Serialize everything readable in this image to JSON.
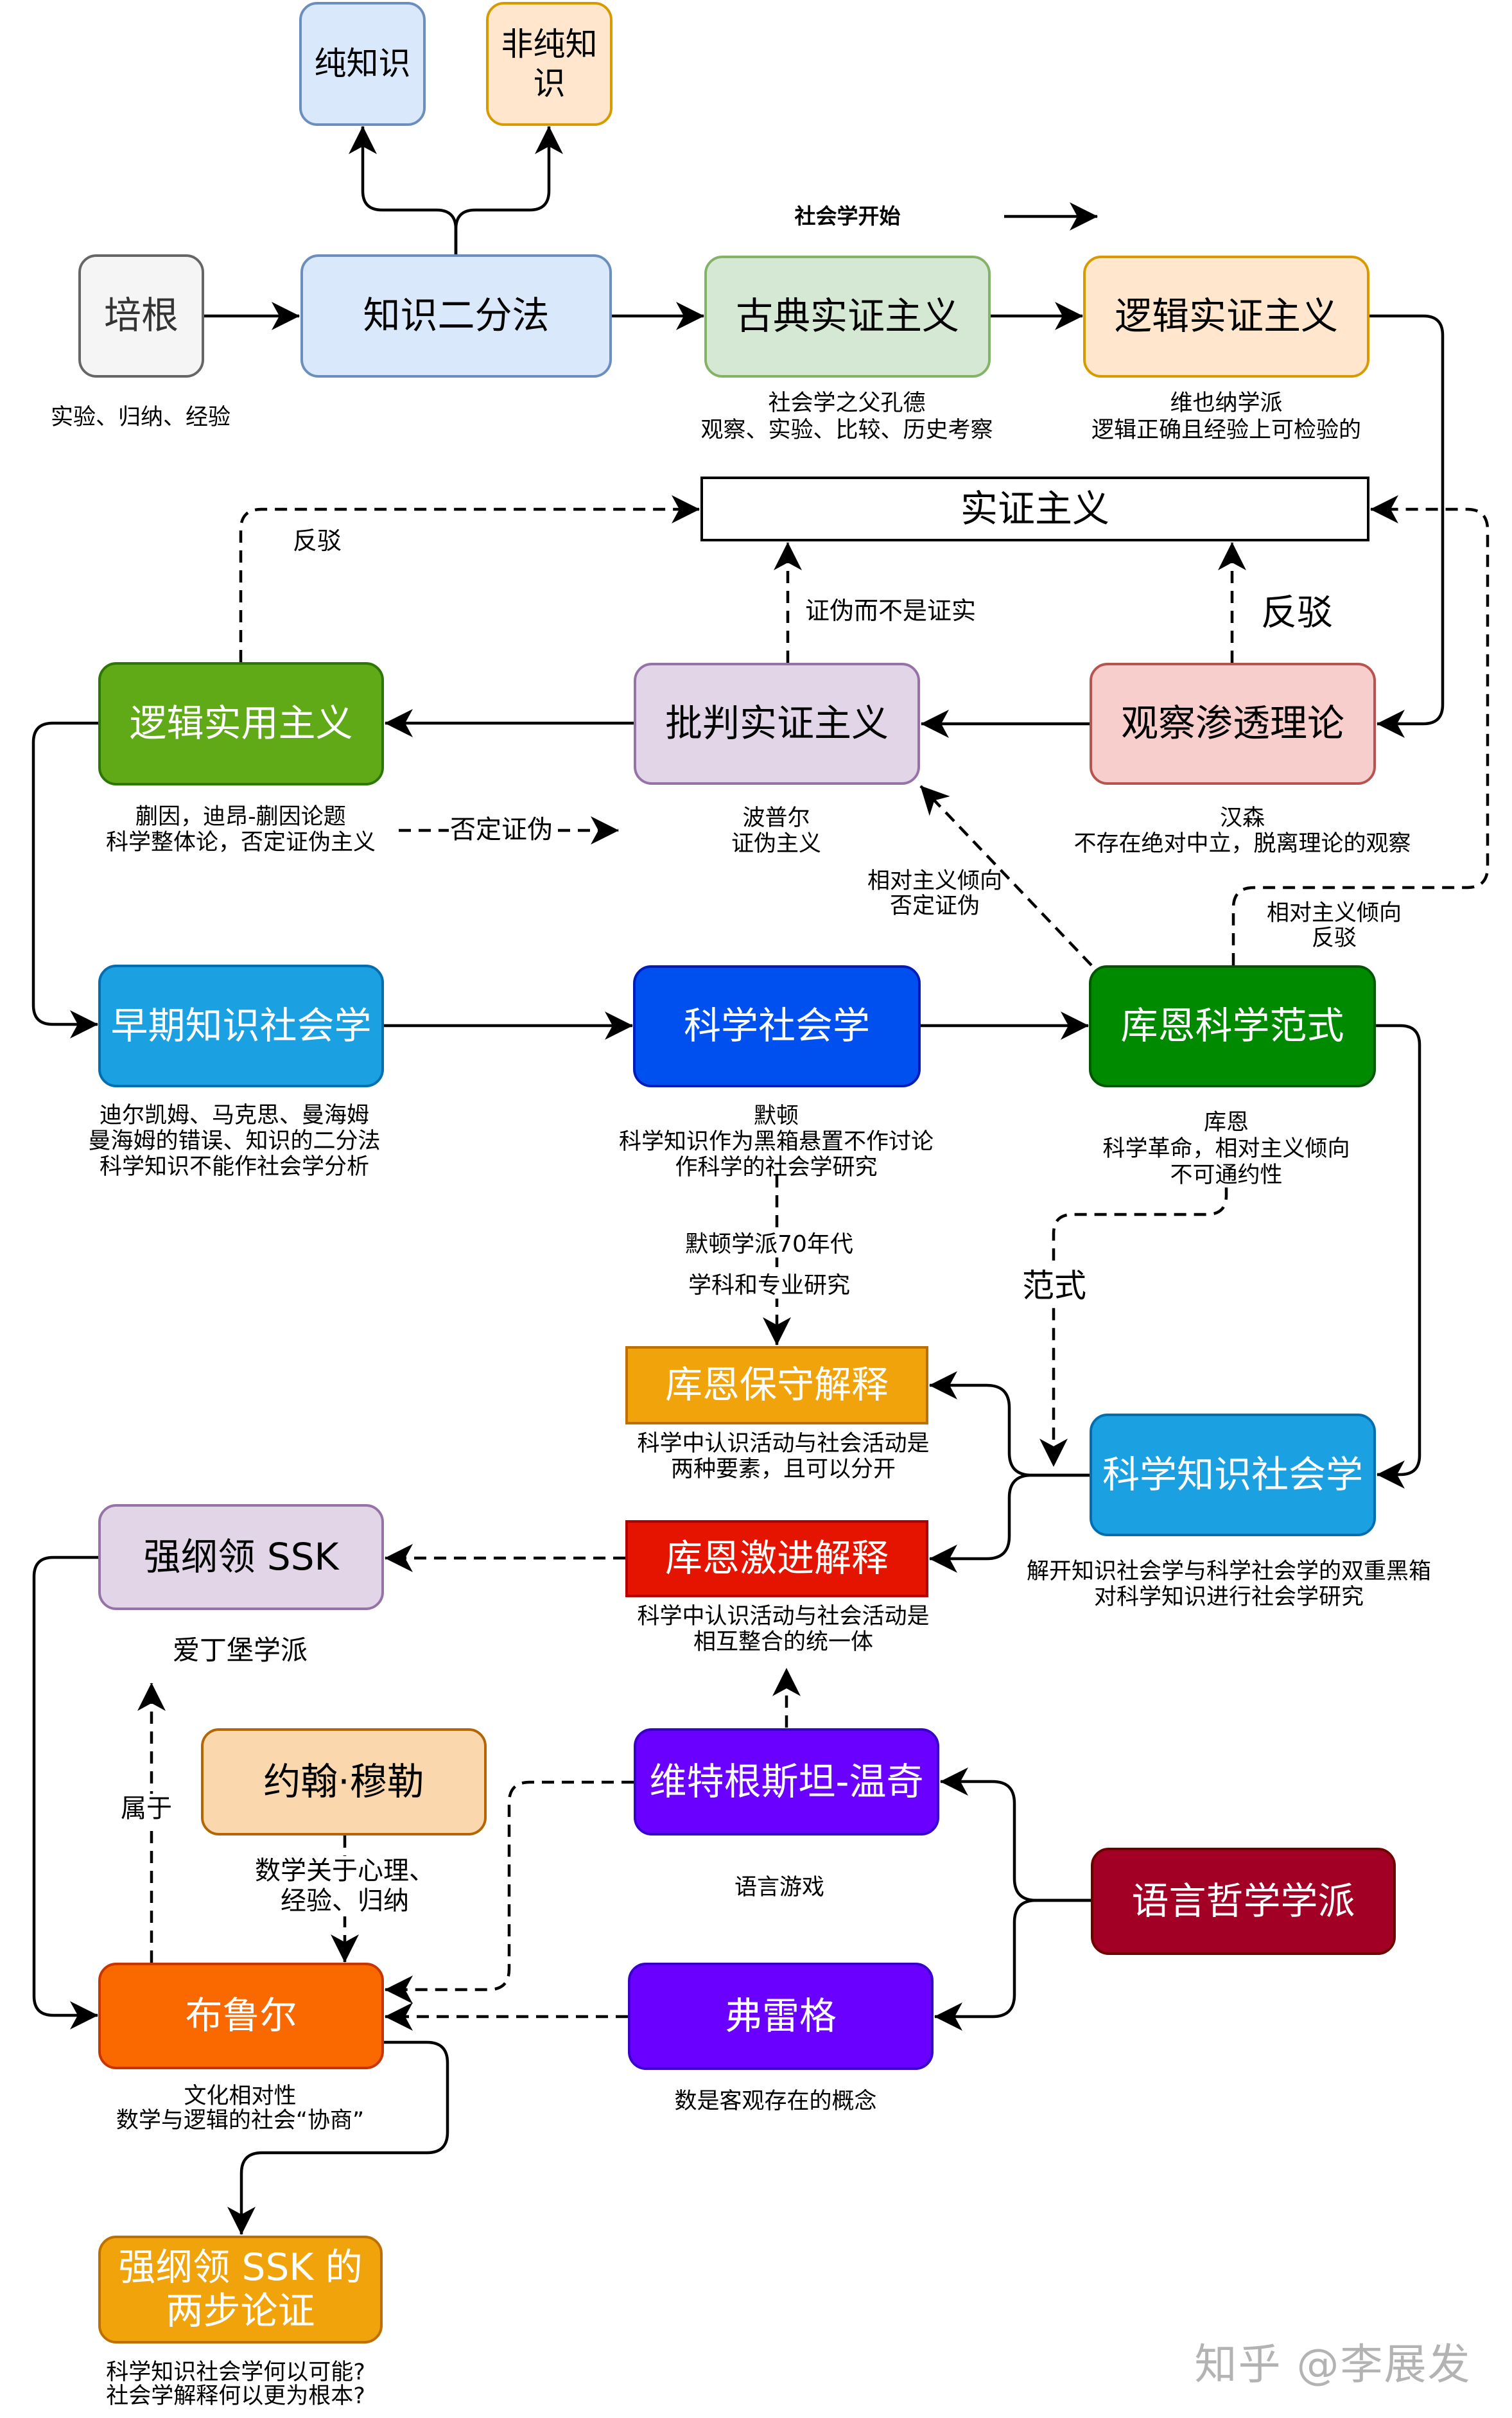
{
  "nodes": {
    "pure_knowledge": {
      "label": "纯知识"
    },
    "impure_knowledge": {
      "label": "非纯知识"
    },
    "bacon": {
      "label": "培根",
      "notes": [
        "实验、归纳、经验"
      ]
    },
    "knowledge_dichotomy": {
      "label": "知识二分法"
    },
    "classical_positivism": {
      "label": "古典实证主义",
      "notes": [
        "社会学之父孔德",
        "观察、实验、比较、历史考察"
      ]
    },
    "logical_positivism": {
      "label": "逻辑实证主义",
      "notes": [
        "维也纳学派",
        "逻辑正确且经验上可检验的"
      ]
    },
    "positivism": {
      "label": "实证主义"
    },
    "logical_pragmatism": {
      "label": "逻辑实用主义",
      "notes": [
        "蒯因，迪昂-蒯因论题",
        "科学整体论，否定证伪主义"
      ]
    },
    "critical_positivism": {
      "label": "批判实证主义",
      "notes": [
        "波普尔",
        "证伪主义"
      ]
    },
    "theory_ladenness": {
      "label": "观察渗透理论",
      "notes": [
        "汉森",
        "不存在绝对中立，脱离理论的观察"
      ]
    },
    "early_sociology_of_knowledge": {
      "label": "早期知识社会学",
      "notes": [
        "迪尔凯姆、马克思、曼海姆",
        "曼海姆的错误、知识的二分法",
        "科学知识不能作社会学分析"
      ]
    },
    "sociology_of_science": {
      "label": "科学社会学",
      "notes": [
        "默顿",
        "科学知识作为黑箱悬置不作讨论",
        "作科学的社会学研究"
      ]
    },
    "kuhn_paradigm": {
      "label": "库恩科学范式",
      "notes": [
        "库恩",
        "科学革命，相对主义倾向",
        "不可通约性"
      ]
    },
    "kuhn_conservative": {
      "label": "库恩保守解释",
      "notes": [
        "科学中认识活动与社会活动是",
        "两种要素，且可以分开"
      ]
    },
    "ssk": {
      "label": "科学知识社会学",
      "notes": [
        "解开知识社会学与科学社会学的双重黑箱",
        "对科学知识进行社会学研究"
      ]
    },
    "kuhn_radical": {
      "label": "库恩激进解释",
      "notes": [
        "科学中认识活动与社会活动是",
        "相互整合的统一体"
      ]
    },
    "strong_programme": {
      "label": "强纲领 SSK",
      "notes": [
        "爱丁堡学派"
      ]
    },
    "john_mill": {
      "label": "约翰·穆勒"
    },
    "wittgenstein_winch": {
      "label": "维特根斯坦-温奇",
      "notes": [
        "语言游戏"
      ]
    },
    "language_philosophy": {
      "label": "语言哲学学派"
    },
    "frege": {
      "label": "弗雷格",
      "notes": [
        "数是客观存在的概念"
      ]
    },
    "bloor": {
      "label": "布鲁尔",
      "notes": [
        "文化相对性",
        "数学与逻辑的社会“协商”"
      ]
    },
    "two_step_argument": {
      "label_lines": [
        "强纲领 SSK 的",
        "两步论证"
      ],
      "notes": [
        "科学知识社会学何以可能?",
        "社会学解释何以更为根本?"
      ]
    }
  },
  "edge_labels": {
    "sociology_begins": "社会学开始",
    "refute_pragmatism": "反驳",
    "falsification_not_verification": "证伪而不是证实",
    "refute_observation": "反驳",
    "negate_falsification": "否定证伪",
    "kuhn_to_critical": [
      "相对主义倾向",
      "否定证伪"
    ],
    "kuhn_to_positivism": [
      "相对主义倾向",
      "反驳"
    ],
    "merton_school": "默顿学派70年代",
    "discipline_research": "学科和专业研究",
    "paradigm": "范式",
    "belongs_to": "属于",
    "mill_to_bloor": [
      "数学关于心理、",
      "经验、归纳"
    ]
  },
  "edges": [
    {
      "from": "bacon",
      "to": "knowledge_dichotomy",
      "style": "solid"
    },
    {
      "from": "knowledge_dichotomy",
      "to": "pure_knowledge",
      "style": "solid"
    },
    {
      "from": "knowledge_dichotomy",
      "to": "impure_knowledge",
      "style": "solid"
    },
    {
      "from": "knowledge_dichotomy",
      "to": "classical_positivism",
      "style": "solid"
    },
    {
      "from": "classical_positivism",
      "to": "logical_positivism",
      "style": "solid"
    },
    {
      "from": "logical_positivism",
      "to": "theory_ladenness",
      "style": "solid"
    },
    {
      "from": "theory_ladenness",
      "to": "critical_positivism",
      "style": "solid"
    },
    {
      "from": "critical_positivism",
      "to": "logical_pragmatism",
      "style": "solid"
    },
    {
      "from": "logical_pragmatism",
      "to": "early_sociology_of_knowledge",
      "style": "solid"
    },
    {
      "from": "early_sociology_of_knowledge",
      "to": "sociology_of_science",
      "style": "solid"
    },
    {
      "from": "sociology_of_science",
      "to": "kuhn_paradigm",
      "style": "solid"
    },
    {
      "from": "kuhn_paradigm",
      "to": "ssk",
      "style": "solid"
    },
    {
      "from": "ssk",
      "to": "kuhn_conservative",
      "style": "solid"
    },
    {
      "from": "ssk",
      "to": "kuhn_radical",
      "style": "solid"
    },
    {
      "from": "strong_programme",
      "to": "bloor",
      "style": "solid"
    },
    {
      "from": "language_philosophy",
      "to": "wittgenstein_winch",
      "style": "solid"
    },
    {
      "from": "language_philosophy",
      "to": "frege",
      "style": "solid"
    },
    {
      "from": "bloor",
      "to": "two_step_argument",
      "style": "solid"
    },
    {
      "from": "logical_pragmatism",
      "to": "positivism",
      "style": "dashed"
    },
    {
      "from": "critical_positivism",
      "to": "positivism",
      "style": "dashed"
    },
    {
      "from": "theory_ladenness",
      "to": "positivism",
      "style": "dashed"
    },
    {
      "from": "kuhn_paradigm",
      "to": "positivism",
      "style": "dashed"
    },
    {
      "from": "kuhn_paradigm",
      "to": "critical_positivism",
      "style": "dashed"
    },
    {
      "from": "sociology_of_science",
      "to": "kuhn_conservative",
      "style": "dashed"
    },
    {
      "from": "kuhn_paradigm",
      "to": "ssk",
      "style": "dashed"
    },
    {
      "from": "kuhn_radical",
      "to": "strong_programme",
      "style": "dashed"
    },
    {
      "from": "wittgenstein_winch",
      "to": "kuhn_radical",
      "style": "dashed"
    },
    {
      "from": "bloor",
      "to": "strong_programme",
      "style": "dashed"
    },
    {
      "from": "john_mill",
      "to": "bloor",
      "style": "dashed"
    },
    {
      "from": "wittgenstein_winch",
      "to": "bloor",
      "style": "dashed"
    },
    {
      "from": "frege",
      "to": "bloor",
      "style": "dashed"
    }
  ],
  "watermark": "知乎 @李展发"
}
